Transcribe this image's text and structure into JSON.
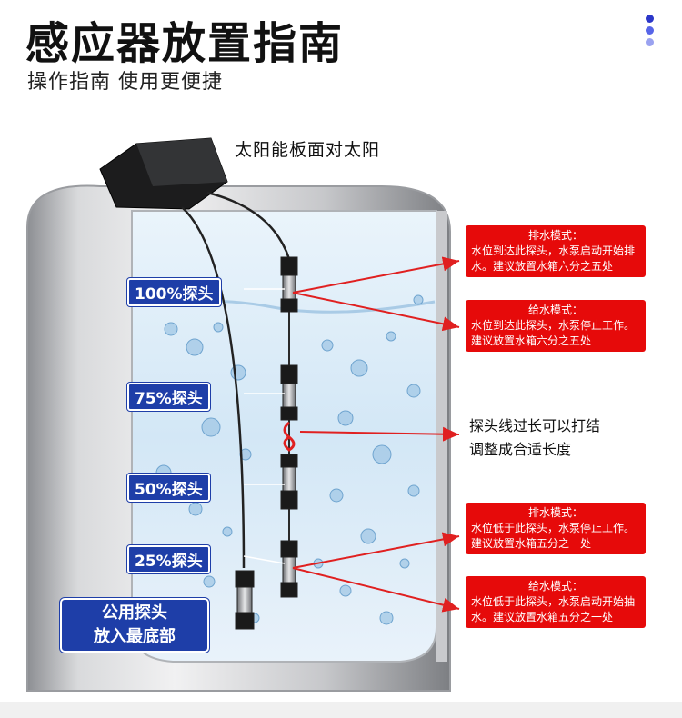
{
  "header": {
    "title": "感应器放置指南",
    "subtitle": "操作指南 使用更便捷"
  },
  "solar_label": "太阳能板面对太阳",
  "probes": {
    "p100": "100%探头",
    "p75": "75%探头",
    "p50": "50%探头",
    "p25": "25%探头",
    "common_line1": "公用探头",
    "common_line2": "放入最底部"
  },
  "notes": {
    "drain_top_head": "排水模式：",
    "drain_top_body": "水位到达此探头，水泵启动开始排水。建议放置水箱六分之五处",
    "fill_top_head": "给水模式：",
    "fill_top_body": "水位到达此探头，水泵停止工作。建议放置水箱六分之五处",
    "knot_line1": "探头线过长可以打结",
    "knot_line2": "调整成合适长度",
    "drain_bottom_head": "排水模式：",
    "drain_bottom_body": "水位低于此探头，水泵停止工作。建议放置水箱五分之一处",
    "fill_bottom_head": "给水模式：",
    "fill_bottom_body": "水位低于此探头，水泵启动开始抽水。建议放置水箱五分之一处"
  },
  "colors": {
    "label_blue": "#1e3ea8",
    "note_red": "#e60a0a",
    "arrow_red": "#e02020"
  }
}
